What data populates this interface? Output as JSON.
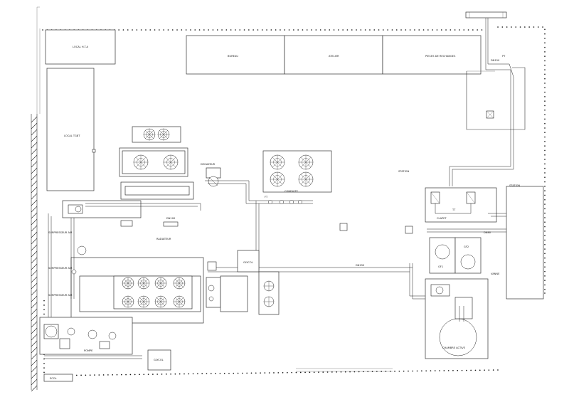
{
  "rooms": {
    "local_hta": "LOCAL H.T.A",
    "local_tgbt": "LOCAL TGBT",
    "bureau": "BUREAU",
    "atelier": "ATELIER",
    "pieces_rechange": "PIECES DE RECHANGES",
    "glycol_mid": "GLYCOL",
    "glycol_bottom": "GLYCOL",
    "gf1": "GF1",
    "gf2": "GF2",
    "chambre_active": "CHAMBRE ACTIVE",
    "clapet": "CLAPET"
  },
  "labels": {
    "station": "STATION",
    "station_right": "STATION",
    "conduite": "CONDUITE",
    "radiateur": "RADIATEUR",
    "degazeur": "DEGAZEUR",
    "ecol": "ECOL",
    "surpresseur_air_1": "SURPRESSEUR AIR",
    "surpresseur_air_2": "SURPRESSEUR AIR",
    "surpresseur_air_3": "SURPRESSEUR AIR",
    "tag_dn150": "DN150",
    "tag_dn100": "DN100",
    "tag_dn80": "DN80",
    "tag_pt": "PT",
    "tag_tt": "TT",
    "tag_ft": "FT",
    "tag_pompe": "POMPE",
    "tag_vanne": "VANNE"
  }
}
